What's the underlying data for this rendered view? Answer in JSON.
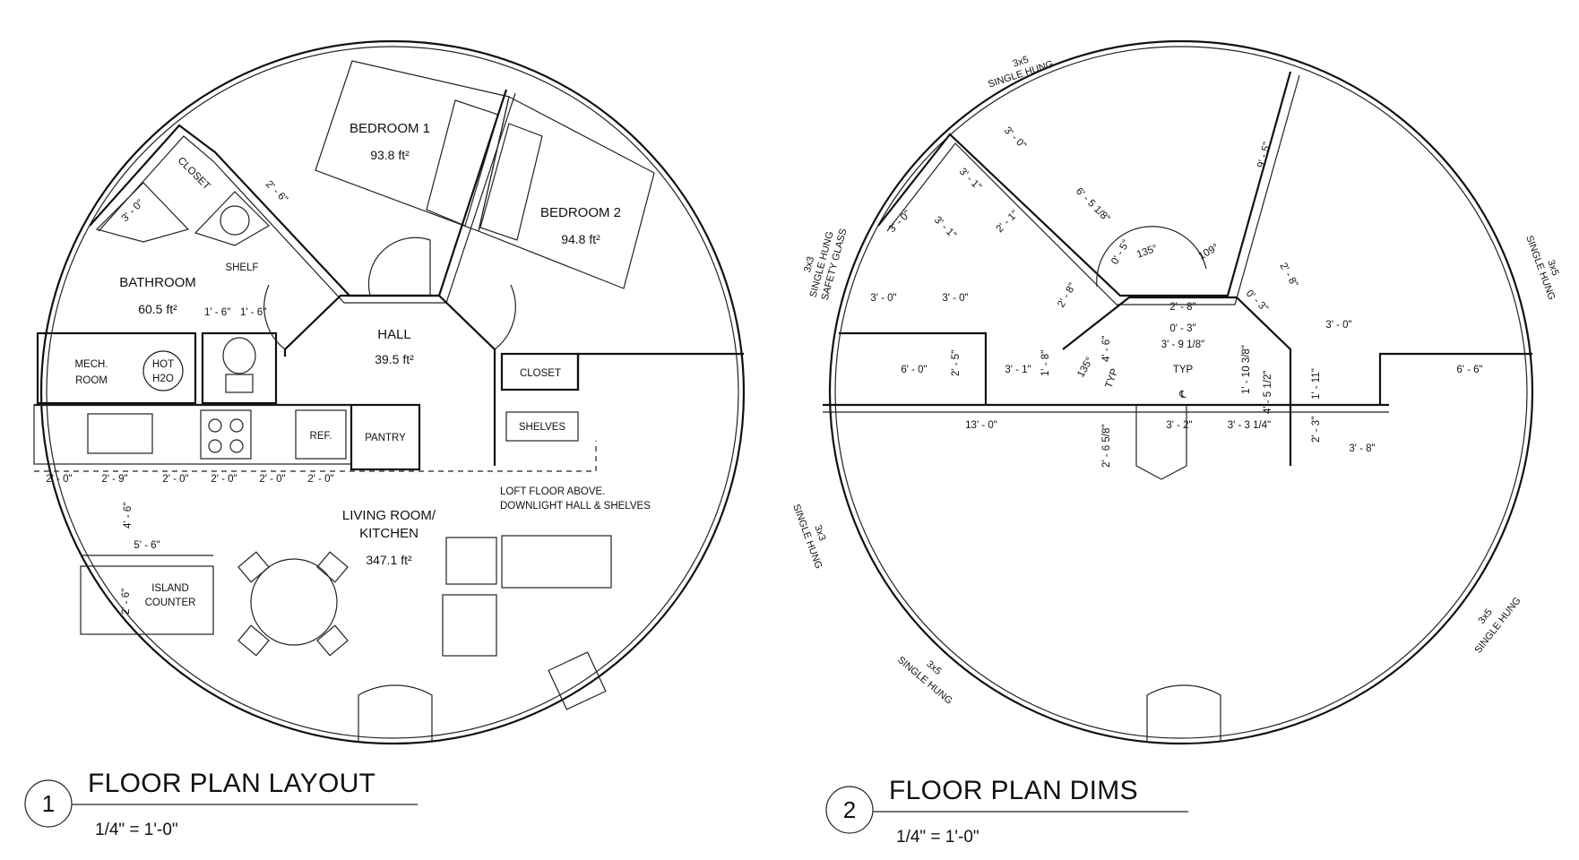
{
  "plan_layout": {
    "title": "FLOOR PLAN LAYOUT",
    "number": "1",
    "scale": "1/4\" = 1'-0\"",
    "rooms": {
      "bedroom1": {
        "name": "BEDROOM 1",
        "area": "93.8 ft²"
      },
      "bedroom2": {
        "name": "BEDROOM 2",
        "area": "94.8 ft²"
      },
      "bathroom": {
        "name": "BATHROOM",
        "area": "60.5 ft²"
      },
      "hall": {
        "name": "HALL",
        "area": "39.5 ft²"
      },
      "living_line1": "LIVING ROOM/",
      "living_line2": "KITCHEN",
      "living_area": "347.1 ft²"
    },
    "labels": {
      "closet_a": "CLOSET",
      "closet_b": "CLOSET",
      "shelf": "SHELF",
      "mech1": "MECH.",
      "mech2": "ROOM",
      "hot1": "HOT",
      "hot2": "H2O",
      "shelves": "SHELVES",
      "ref": "REF.",
      "pantry": "PANTRY",
      "island1": "ISLAND",
      "island2": "COUNTER",
      "loft1": "LOFT FLOOR ABOVE.",
      "loft2": "DOWNLIGHT HALL & SHELVES"
    },
    "dims": {
      "shower": "3' - 0\"",
      "sink_diag": "2' - 6\"",
      "toilet_a": "1' - 6\"",
      "toilet_b": "1' - 6\"",
      "k1": "2' - 0\"",
      "k2": "2' - 9\"",
      "k3": "2' - 0\"",
      "k4": "2' - 0\"",
      "k5": "2' - 0\"",
      "k6": "2' - 0\"",
      "aisle": "4' - 6\"",
      "island_w": "5' - 6\"",
      "island_d": "2' - 6\""
    }
  },
  "plan_dims": {
    "title": "FLOOR PLAN DIMS",
    "number": "2",
    "scale": "1/4\" = 1'-0\"",
    "windows": [
      {
        "size": "3x5",
        "type": "SINGLE HUNG"
      },
      {
        "size": "3x3",
        "type": "SINGLE HUNG",
        "note": "SAFETY GLASS"
      },
      {
        "size": "3x5",
        "type": "SINGLE HUNG"
      },
      {
        "size": "3x3",
        "type": "SINGLE HUNG"
      },
      {
        "size": "3x5",
        "type": "SINGLE HUNG"
      },
      {
        "size": "3x5",
        "type": "SINGLE HUNG"
      }
    ],
    "dims": {
      "d1": "3' - 0\"",
      "d2": "3' - 1\"",
      "d3": "3' - 0\"",
      "d4": "3' - 1\"",
      "d5": "2' - 1\"",
      "d6": "6' - 5 1/8\"",
      "d7": "9' - 5\"",
      "d8": "2' - 8\"",
      "d9": "0' - 5\"",
      "d10": "2' - 8\"",
      "d11": "0' - 3\"",
      "d12": "2' - 8\"",
      "d13": "0' - 3\"",
      "d14": "3' - 9 1/8\"",
      "d15": "4' - 6\"",
      "d16": "1' - 8\"",
      "d17": "3' - 0\"",
      "d18": "3' - 0\"",
      "d19": "6' - 0\"",
      "d20": "2' - 5\"",
      "d21": "3' - 1\"",
      "d22": "13' - 0\"",
      "d23": "2' - 6 5/8\"",
      "d24": "3' - 2\"",
      "d25": "3' - 3 1/4\"",
      "d26": "1' - 10 3/8\"",
      "d27": "4' - 5 1/2\"",
      "d28": "3' - 0\"",
      "d29": "1' - 11\"",
      "d30": "6' - 6\"",
      "d31": "2' - 3\"",
      "d32": "3' - 8\""
    },
    "angles": {
      "a1": "135°",
      "a2": "109°",
      "a3": "135°"
    },
    "typ1": "TYP",
    "typ2": "TYP",
    "centerline": "℄"
  }
}
